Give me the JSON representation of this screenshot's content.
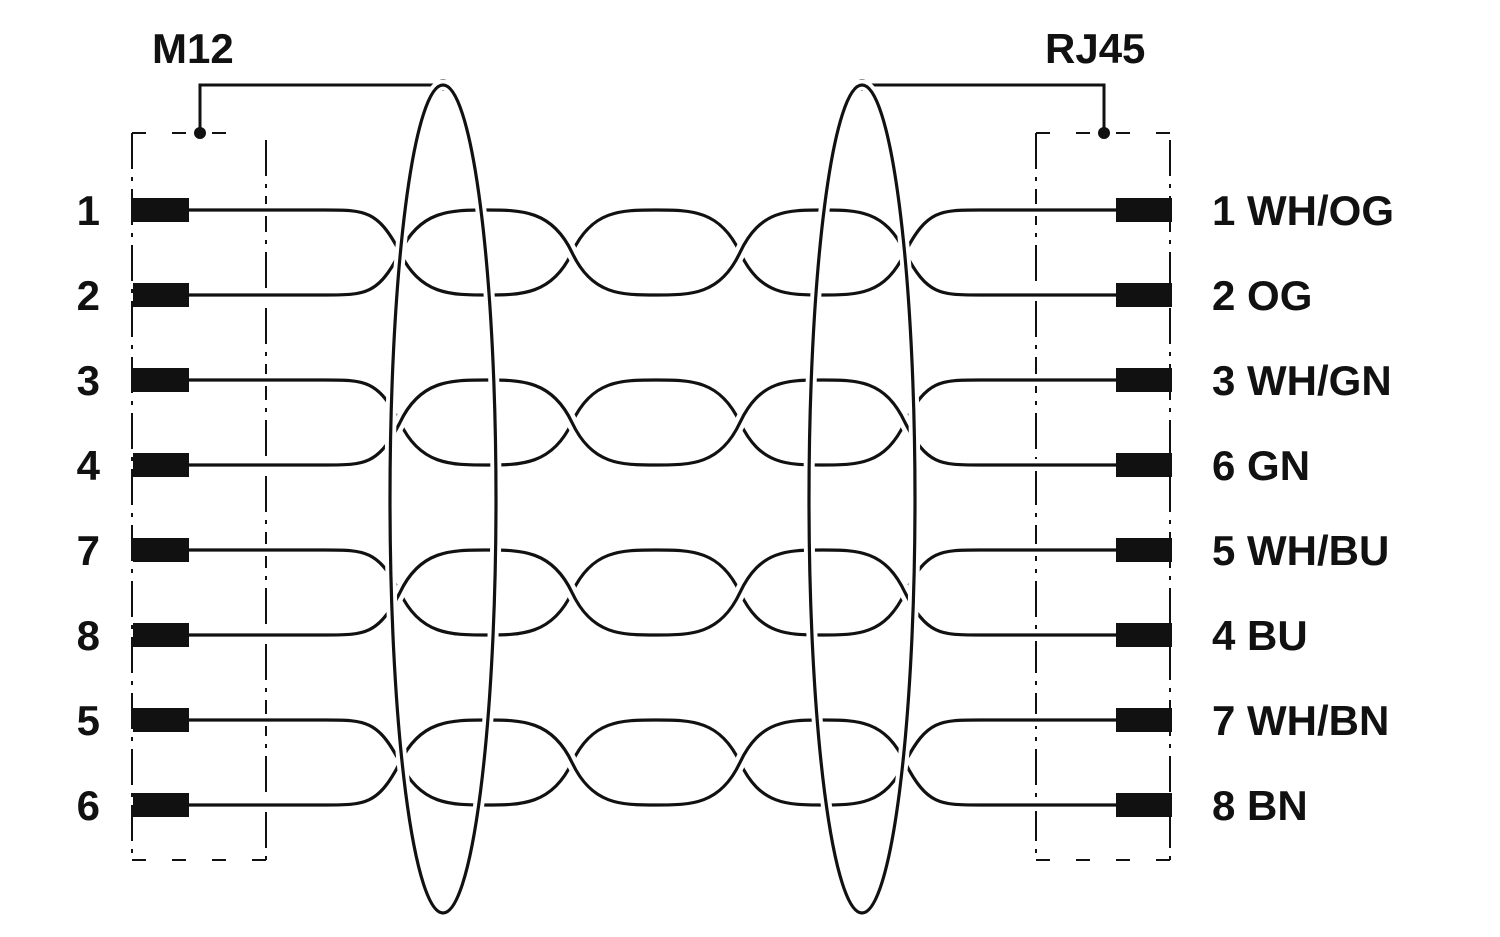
{
  "connectors": {
    "left": {
      "title": "M12"
    },
    "right": {
      "title": "RJ45"
    }
  },
  "pins": {
    "left": [
      "1",
      "2",
      "3",
      "4",
      "7",
      "8",
      "5",
      "6"
    ],
    "right": [
      "1 WH/OG",
      "2 OG",
      "3 WH/GN",
      "6 GN",
      "5 WH/BU",
      "4 BU",
      "7 WH/BN",
      "8 BN"
    ]
  },
  "pairs": [
    {
      "left": [
        "1",
        "2"
      ],
      "right": [
        "1 WH/OG",
        "2 OG"
      ]
    },
    {
      "left": [
        "3",
        "4"
      ],
      "right": [
        "3 WH/GN",
        "6 GN"
      ]
    },
    {
      "left": [
        "7",
        "8"
      ],
      "right": [
        "5 WH/BU",
        "4 BU"
      ]
    },
    {
      "left": [
        "5",
        "6"
      ],
      "right": [
        "7 WH/BN",
        "8 BN"
      ]
    }
  ],
  "colors": {
    "line": "#111111",
    "background": "#ffffff"
  }
}
